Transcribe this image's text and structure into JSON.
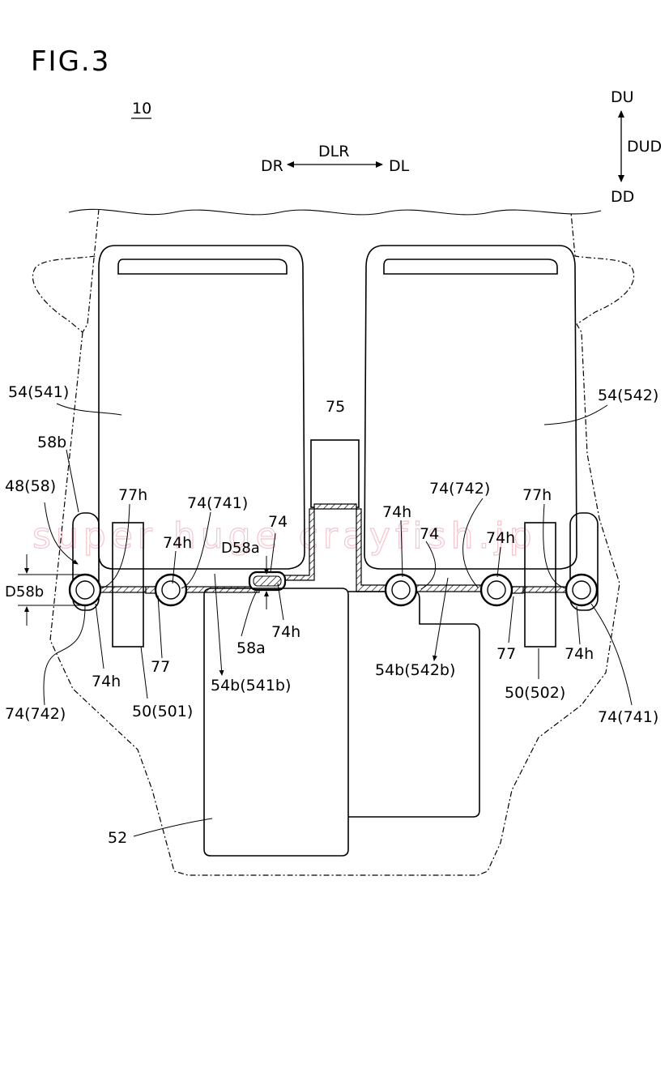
{
  "figure": {
    "title": "FIG.3",
    "reference": "10",
    "watermark": "super huge crayfish.jp"
  },
  "directions": {
    "left_right": "DLR",
    "right": "DR",
    "left": "DL",
    "up_down": "DUD",
    "up": "DU",
    "down": "DD"
  },
  "labels": {
    "seat_left": "54(541)",
    "seat_right": "54(542)",
    "tank": "52",
    "box_75": "75",
    "frame": "48(58)",
    "end_58b": "58b",
    "dim_d58b": "D58b",
    "dim_d58a": "D58a",
    "part_58a": "58a",
    "hole_77h_left": "77h",
    "hole_77h_right": "77h",
    "hole_74h_left_upper": "74h",
    "hole_74h_left_lower": "74h",
    "hole_74h_center": "74h",
    "hole_74h_mid": "74h",
    "hole_74h_right_inner": "74h",
    "hole_74h_right_lower": "74h",
    "tube_741_left": "74(741)",
    "tube_742_left": "74(742)",
    "tube_742_right": "74(742)",
    "tube_741_right": "74(741)",
    "tube_74_center": "74",
    "tube_74_mid": "74",
    "bracket_77_left": "77",
    "bracket_77_right": "77",
    "rail_501": "50(501)",
    "rail_502": "50(502)",
    "bottom_541b": "54b(541b)",
    "bottom_542b": "54b(542b)"
  }
}
